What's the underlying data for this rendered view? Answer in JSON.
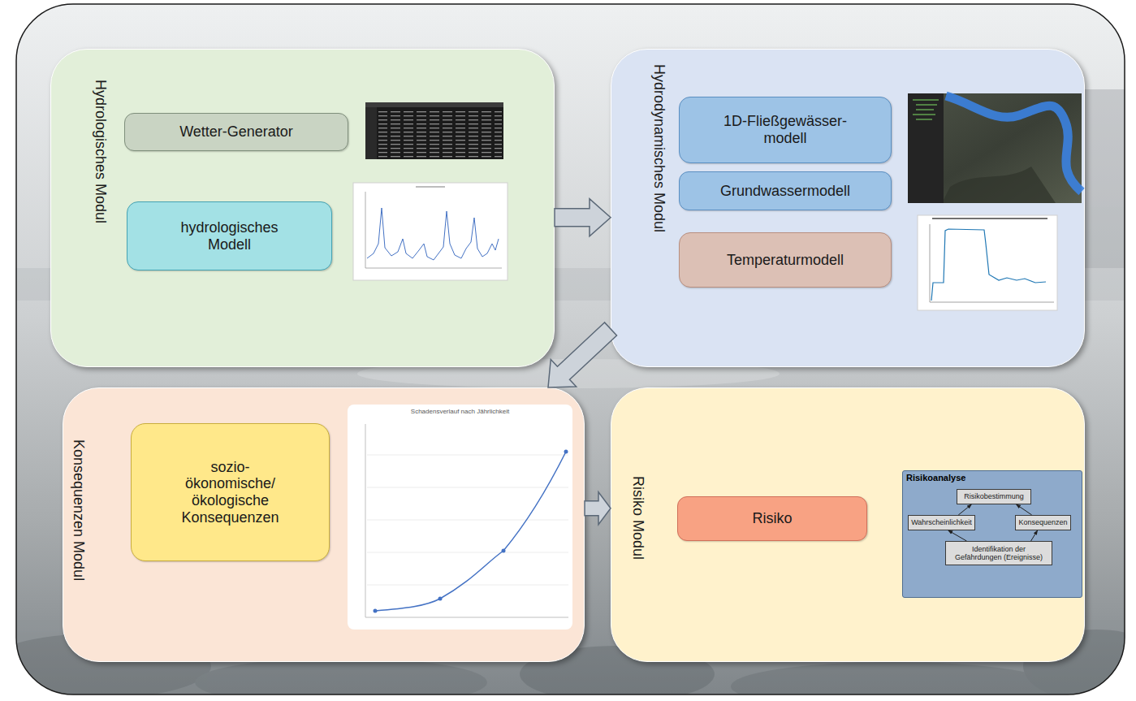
{
  "diagram": {
    "nodes": [
      {
        "text": [
          "Hydrologisches Modul"
        ]
      },
      {
        "text": [
          "Wetter-Generator"
        ],
        "in": 0
      },
      {
        "text": [
          "hydrologisches Modell"
        ],
        "in": 0
      },
      {
        "text": [
          "Hydrodynamisches Modul"
        ]
      },
      {
        "text": [
          "1D-Fließgewässer- modell"
        ],
        "in": 3
      },
      {
        "text": [
          "Grundwassermodell"
        ],
        "in": 3
      },
      {
        "text": [
          "Temperaturmodell"
        ],
        "in": 3
      },
      {
        "text": [
          "Konsequenzen Modul"
        ]
      },
      {
        "text": [
          "sozio- ökonomische/ ökologische Konsequenzen"
        ],
        "in": 7
      },
      {
        "text": [
          "Risiko Modul"
        ]
      },
      {
        "text": [
          "Risiko"
        ],
        "in": 9
      },
      {
        "text": [
          "Risikoanalyse"
        ],
        "in": 9
      },
      {
        "text": [
          "Risikobestimmung"
        ],
        "in": 11
      },
      {
        "text": [
          "Wahrscheinlichkeit"
        ],
        "in": 11
      },
      {
        "text": [
          "Konsequenzen"
        ],
        "in": 11
      },
      {
        "text": [
          "Identifikation der Gefährdungen (Ereignisse)"
        ],
        "in": 11
      }
    ],
    "edges": [
      {
        "from": 0,
        "to": 3,
        "arrow": "to"
      },
      {
        "from": 3,
        "to": 7,
        "arrow": "to"
      },
      {
        "from": 7,
        "to": 9,
        "arrow": "to"
      },
      {
        "from": 15,
        "to": 13,
        "arrow": "to"
      },
      {
        "from": 15,
        "to": 14,
        "arrow": "to"
      },
      {
        "from": 13,
        "to": 12,
        "arrow": "to"
      },
      {
        "from": 14,
        "to": 12,
        "arrow": "to"
      }
    ],
    "labels": [
      "Schadensverlauf nach Jährlichkeit"
    ]
  }
}
